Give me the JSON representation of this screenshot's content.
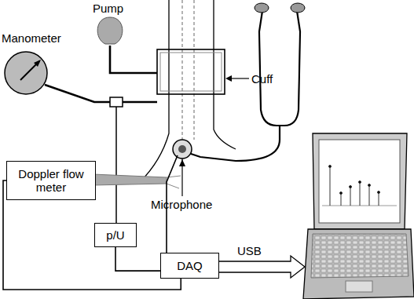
{
  "diagram": {
    "nodes": [
      {
        "text": [
          "Doppler flow meter"
        ]
      },
      {
        "text": [
          "p/U"
        ]
      },
      {
        "text": [
          "DAQ"
        ]
      }
    ],
    "edges": [
      {
        "from": 0,
        "to": 2,
        "arrow": "none"
      },
      {
        "from": 1,
        "to": 2,
        "arrow": "none"
      }
    ],
    "labels": [
      "Manometer",
      "Pump",
      "Cuff",
      "Microphone",
      "USB"
    ]
  }
}
